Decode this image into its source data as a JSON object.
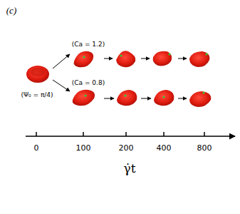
{
  "diagram": {
    "labels": [
      "(c)",
      "(Ca = 1.2)",
      "(Ca = 0.8)",
      "(Ψ₀ = π/4)",
      "0",
      "100",
      "200",
      "400",
      "800",
      "γ̇t"
    ]
  }
}
